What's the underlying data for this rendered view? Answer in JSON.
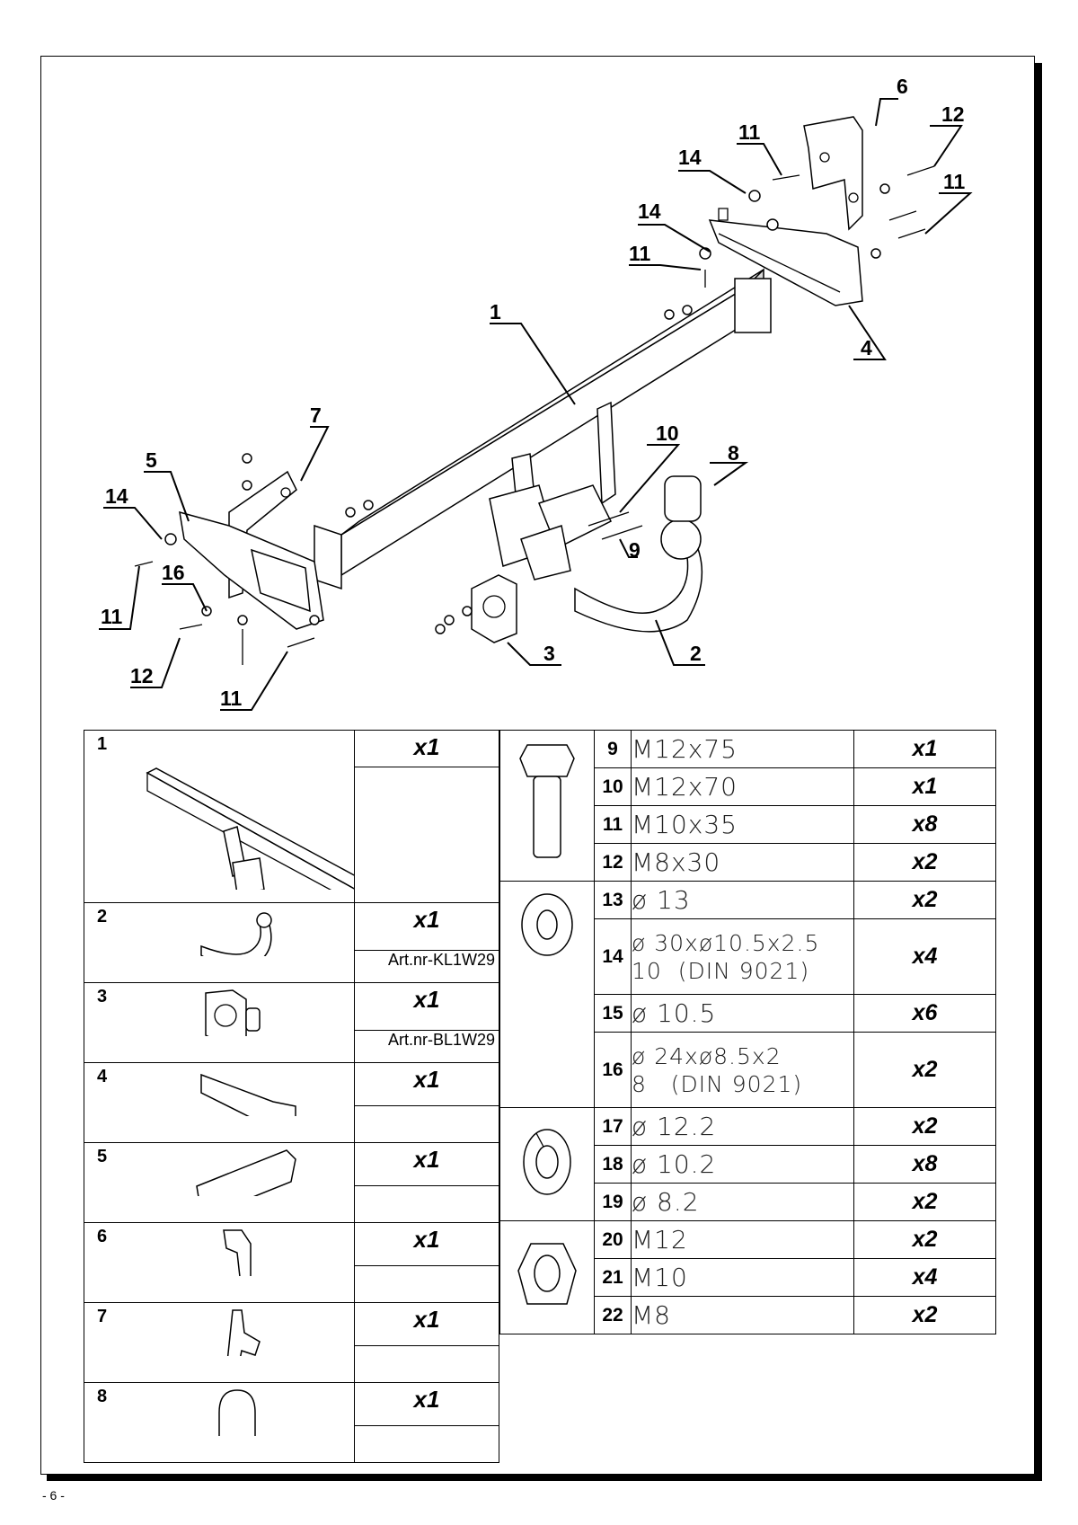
{
  "page_number": "- 6 -",
  "callouts": [
    "6",
    "12",
    "11",
    "14",
    "11",
    "14",
    "11",
    "1",
    "4",
    "7",
    "10",
    "8",
    "5",
    "14",
    "16",
    "9",
    "11",
    "3",
    "2",
    "12",
    "11"
  ],
  "left_parts": [
    {
      "number": "1",
      "qty": "x1",
      "art": "",
      "icon": "tow-bar-crossmember-icon"
    },
    {
      "number": "2",
      "qty": "x1",
      "art": "Art.nr-KL1W29",
      "icon": "tow-ball-neck-icon"
    },
    {
      "number": "3",
      "qty": "x1",
      "art": "Art.nr-BL1W29",
      "icon": "socket-plate-icon"
    },
    {
      "number": "4",
      "qty": "x1",
      "art": "",
      "icon": "right-side-bracket-icon"
    },
    {
      "number": "5",
      "qty": "x1",
      "art": "",
      "icon": "left-side-bracket-icon"
    },
    {
      "number": "6",
      "qty": "x1",
      "art": "",
      "icon": "right-small-bracket-icon"
    },
    {
      "number": "7",
      "qty": "x1",
      "art": "",
      "icon": "left-small-bracket-icon"
    },
    {
      "number": "8",
      "qty": "x1",
      "art": "",
      "icon": "ball-cap-icon"
    }
  ],
  "right_parts": [
    {
      "number": "9",
      "desc": "M12x75",
      "qty": "x1"
    },
    {
      "number": "10",
      "desc": "M12x70",
      "qty": "x1"
    },
    {
      "number": "11",
      "desc": "M10x35",
      "qty": "x8"
    },
    {
      "number": "12",
      "desc": "M8x30",
      "qty": "x2"
    },
    {
      "number": "13",
      "desc": "ø 13",
      "qty": "x2"
    },
    {
      "number": "14",
      "desc": "ø 30xø10.5x2.5",
      "desc2": "10  (DIN 9021)",
      "qty": "x4"
    },
    {
      "number": "15",
      "desc": "ø 10.5",
      "qty": "x6"
    },
    {
      "number": "16",
      "desc": "ø 24xø8.5x2",
      "desc2": "8   (DIN 9021)",
      "qty": "x2"
    },
    {
      "number": "17",
      "desc": "ø 12.2",
      "qty": "x2"
    },
    {
      "number": "18",
      "desc": "ø 10.2",
      "qty": "x8"
    },
    {
      "number": "19",
      "desc": "ø 8.2",
      "qty": "x2"
    },
    {
      "number": "20",
      "desc": "M12",
      "qty": "x2"
    },
    {
      "number": "21",
      "desc": "M10",
      "qty": "x4"
    },
    {
      "number": "22",
      "desc": "M8",
      "qty": "x2"
    }
  ],
  "hardware_icons": [
    "bolt-icon",
    "flat-washer-icon",
    "spring-washer-icon",
    "hex-nut-icon"
  ]
}
